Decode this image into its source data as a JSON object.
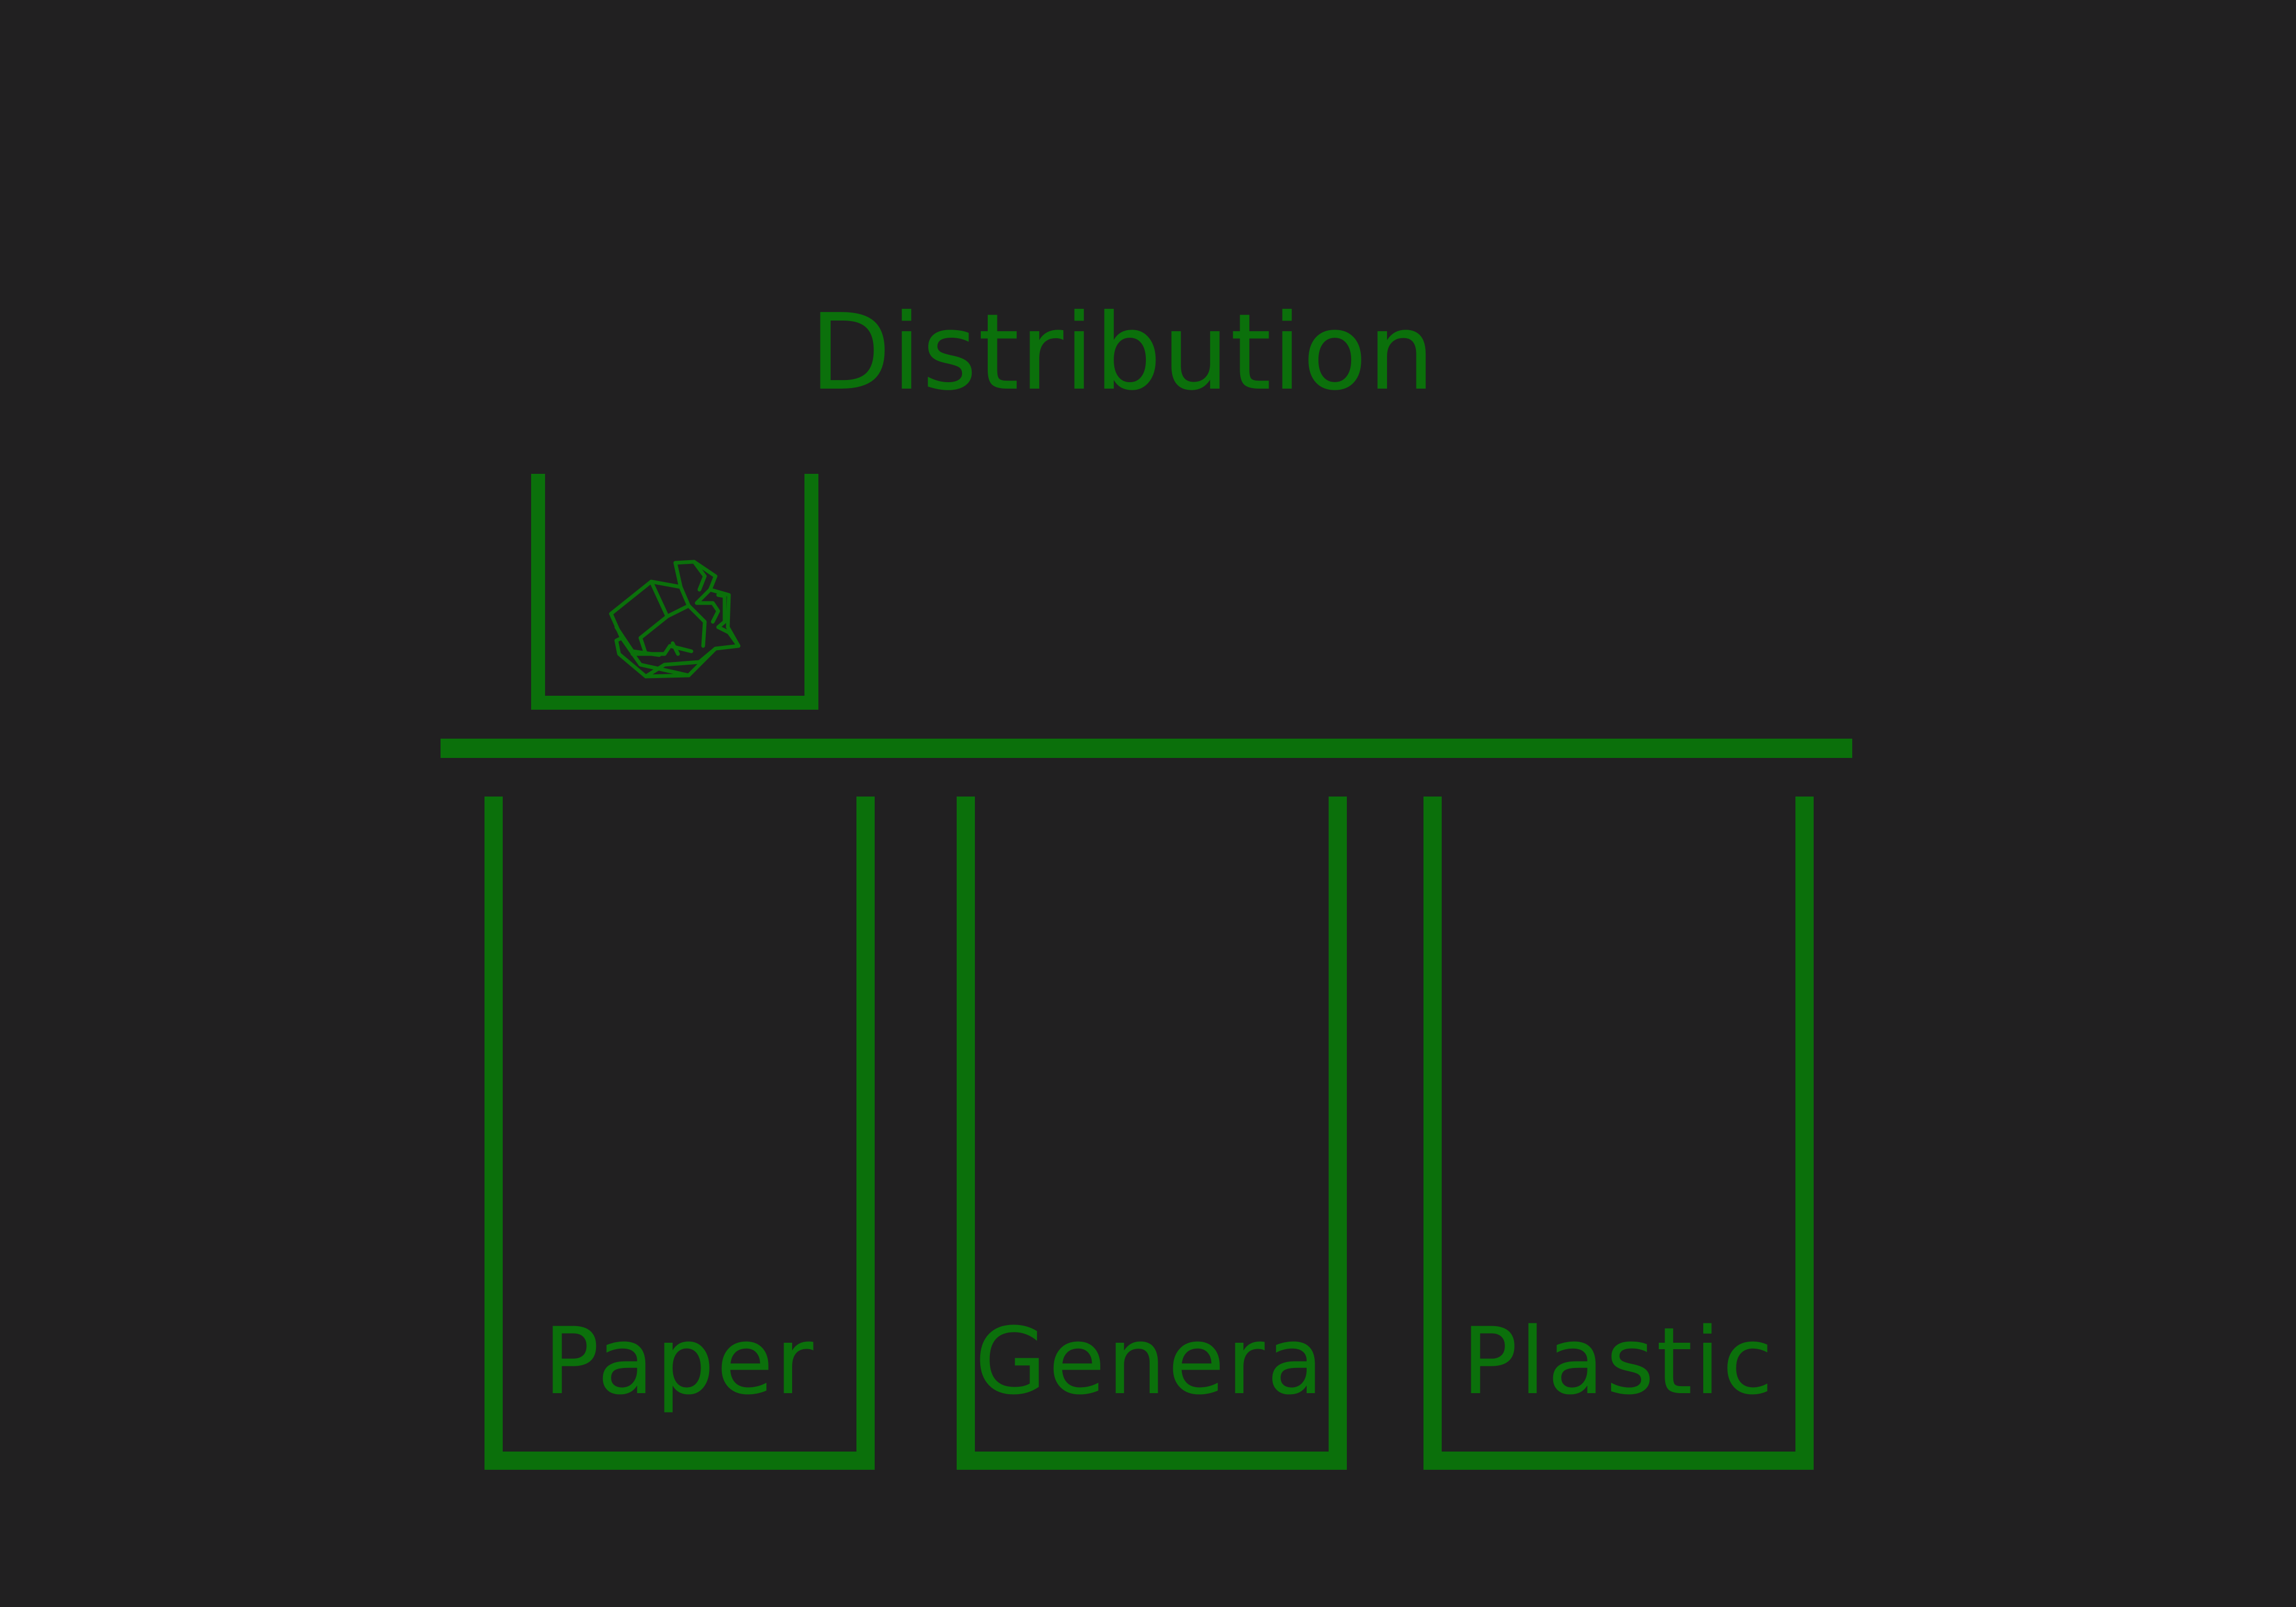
{
  "title": "Distribution",
  "current_item": {
    "icon": "crumpled-paper-icon"
  },
  "bins": [
    {
      "label": "Paper"
    },
    {
      "label": "General"
    },
    {
      "label": "Plastic"
    }
  ],
  "colors": {
    "background": "#212021",
    "accent": "#0b700b"
  }
}
